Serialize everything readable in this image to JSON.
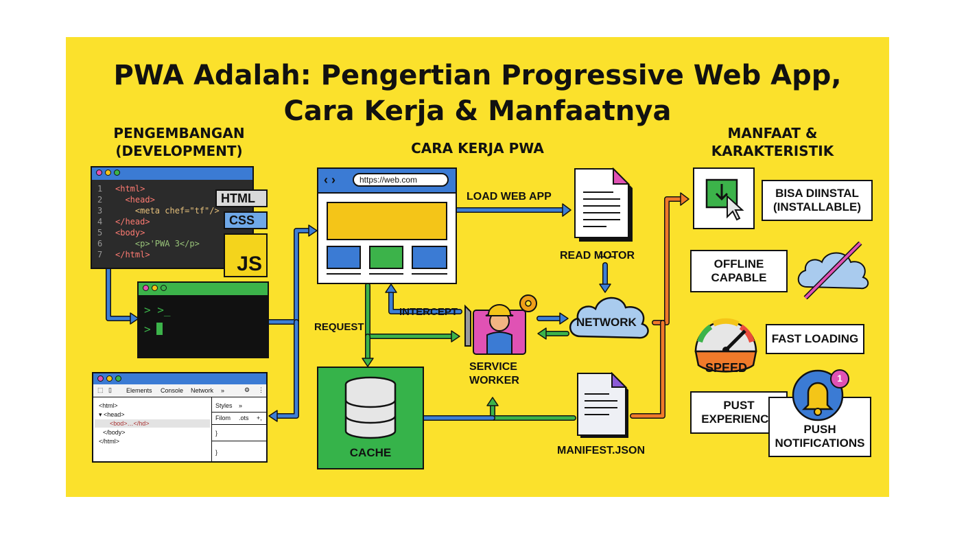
{
  "title": {
    "line1": "PWA Adalah: Pengertian Progressive Web App,",
    "line2": "Cara Kerja & Manfaatnya"
  },
  "sections": {
    "development_line1": "PENGEMBANGAN",
    "development_line2": "(DEVELOPMENT)",
    "how_it_works": "CARA KERJA PWA",
    "benefits_line1": "MANFAAT &",
    "benefits_line2": "KARAKTERISTIK"
  },
  "code_editor": {
    "lines": [
      {
        "n": "1",
        "text": "<html>"
      },
      {
        "n": "2",
        "text": "  <head>"
      },
      {
        "n": "3",
        "text": "    <meta chef=\"tf\"/>"
      },
      {
        "n": "4",
        "text": "</head>"
      },
      {
        "n": "5",
        "text": "<body>"
      },
      {
        "n": "6",
        "text": "    <p>'PWA 3</p>"
      },
      {
        "n": "7",
        "text": "</html>"
      }
    ]
  },
  "tech_badges": {
    "html": "HTML",
    "css": "CSS",
    "js": "JS"
  },
  "terminal": {
    "line1": "> >_",
    "line2": ">"
  },
  "devtools": {
    "tabs": [
      "Elements",
      "Console",
      "Network",
      "»"
    ],
    "dom_lines": [
      "<html>",
      "▾ <head>",
      "<bod>…</hd>",
      "</body>",
      "</html>"
    ],
    "styles_label": "Styles",
    "styles_more": "»",
    "filter_label": "Filom",
    "filter_opts": ".ots",
    "filter_add": "+,",
    "brace1": "}",
    "brace2": "}"
  },
  "browser": {
    "url": "https://web.com",
    "nav": "‹  ›"
  },
  "flow_labels": {
    "load_web_app": "LOAD WEB APP",
    "read_monitor": "READ M̶O̶TOR",
    "intercept": "INTERCEPT",
    "request": "REQUEST",
    "network": "NETWORK",
    "service_worker_line1": "SERVICE",
    "service_worker_line2": "WORKER",
    "cache": "CACHE",
    "manifest": "MANIFEST.JSON"
  },
  "benefits": {
    "installable_line1": "BISA DIINSTAL",
    "installable_line2": "(INSTALLABLE)",
    "offline_line1": "OFFLINE",
    "offline_line2": "CAPABLE",
    "fast_loading": "FAST LOADING",
    "speed": "SPEED",
    "experience_line1": "PUST",
    "experience_line2": "EXPERIENCE",
    "push_line1": "PUSH",
    "push_line2": "NOTIFICATIONS",
    "badge_count": "1"
  },
  "colors": {
    "background": "#fbe12c",
    "arrow_blue": "#3d7fd6",
    "arrow_green": "#3cb34a",
    "arrow_orange": "#f07a2a",
    "cache_green": "#36b34a",
    "browser_blue": "#3b7bd4",
    "cloud_blue": "#a9cbee"
  }
}
